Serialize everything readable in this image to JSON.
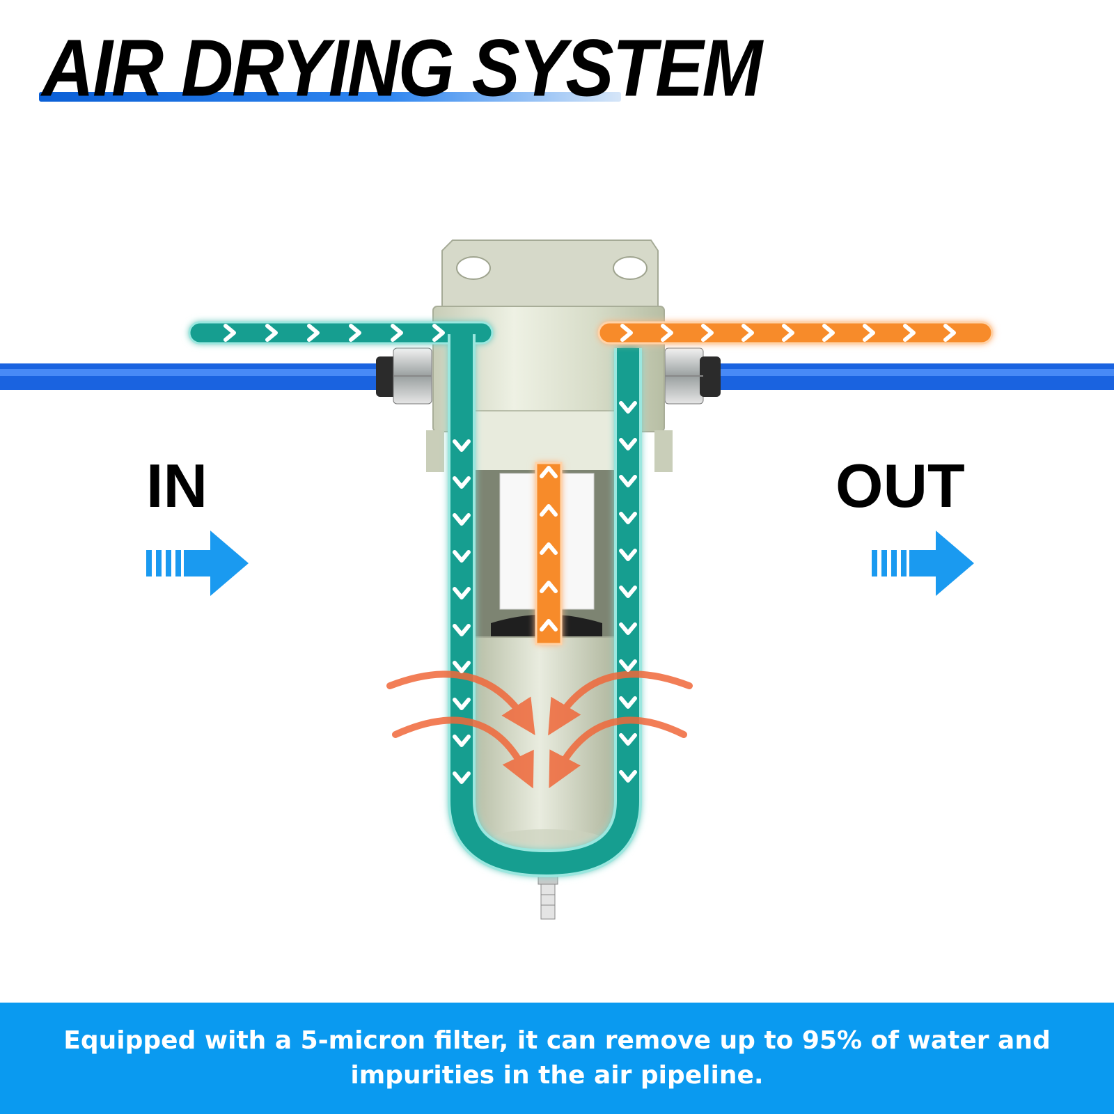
{
  "title": "AIR DRYING SYSTEM",
  "labels": {
    "in": "IN",
    "out": "OUT"
  },
  "footer": {
    "text": "Equipped with a 5-micron filter, it can remove up to 95% of water and impurities in the air pipeline."
  },
  "colors": {
    "inflow": "#159e90",
    "outflow": "#f78b2b",
    "pipe": "#1a63e0",
    "arrow": "#1a9af0",
    "heat": "#f0683a",
    "footer_bg": "#0a9af0",
    "body": "#e3e7d6"
  },
  "icons": [
    "flow-chevron-icon",
    "direction-arrow-icon",
    "curved-arrow-icon"
  ]
}
